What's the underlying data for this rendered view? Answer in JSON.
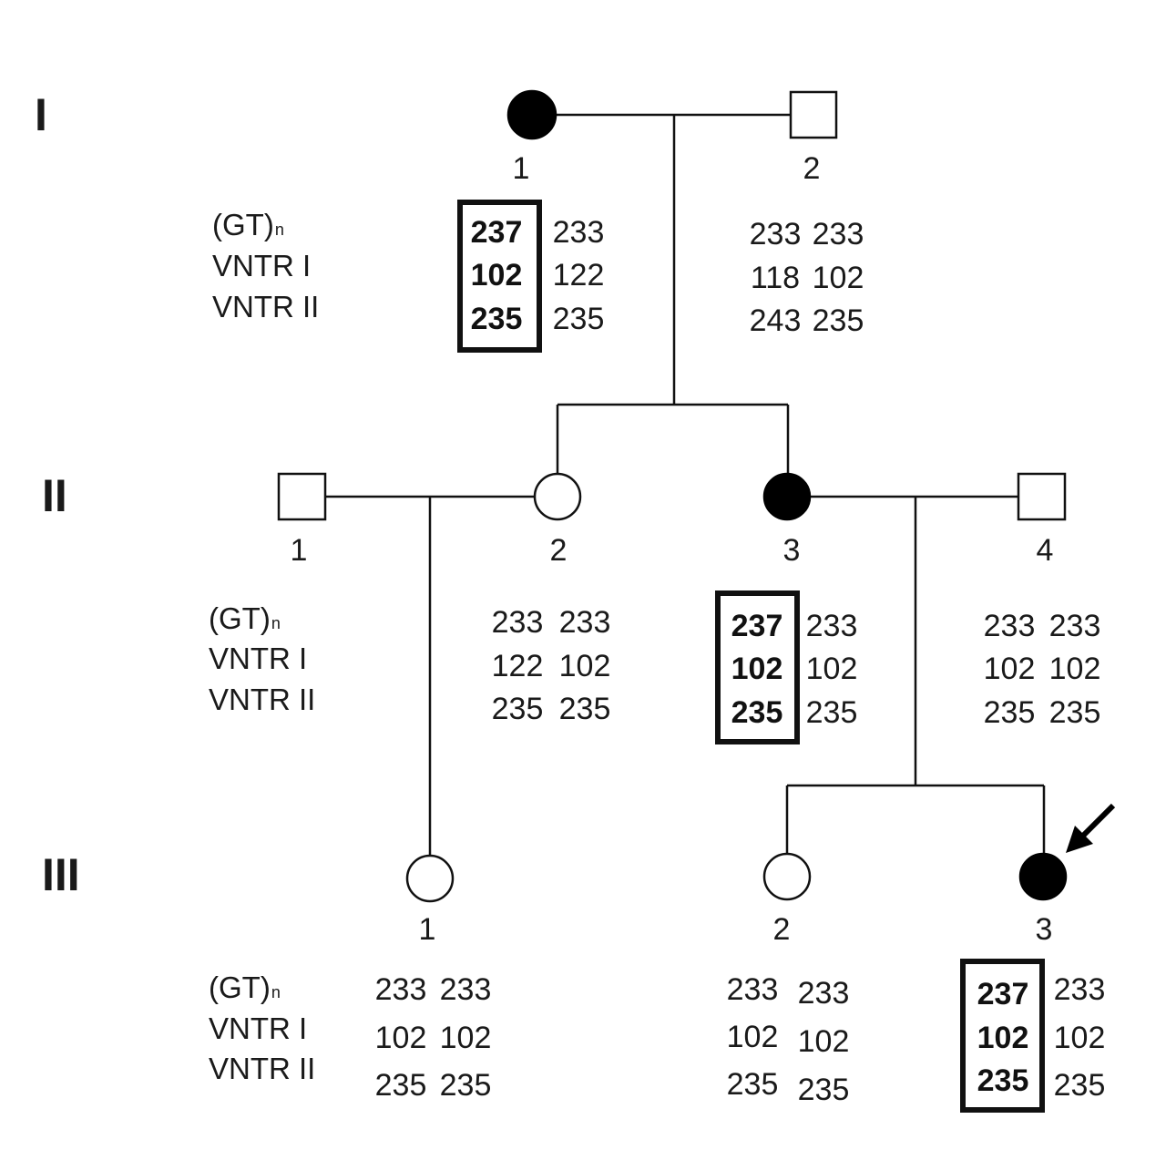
{
  "title": "Pedigree with (GT)n, VNTR I and VNTR II haplotypes",
  "generations": {
    "I": "I",
    "II": "II",
    "III": "III"
  },
  "marker_labels": {
    "gt": "(GT)",
    "gt_sub": "n",
    "vntr1": "VNTR I",
    "vntr2": "VNTR II"
  },
  "colors": {
    "affected": "#000000",
    "unaffected": "#ffffff",
    "line": "#111111"
  },
  "individuals": {
    "I1": {
      "number": "1",
      "sex": "female",
      "affected": true,
      "haplotype_boxed": [
        "237",
        "102",
        "235"
      ],
      "haplotype_other": [
        "233",
        "122",
        "235"
      ]
    },
    "I2": {
      "number": "2",
      "sex": "male",
      "affected": false,
      "haplotype_a": [
        "233",
        "118",
        "243"
      ],
      "haplotype_b": [
        "233",
        "102",
        "235"
      ]
    },
    "II1": {
      "number": "1",
      "sex": "male",
      "affected": false
    },
    "II2": {
      "number": "2",
      "sex": "female",
      "affected": false,
      "haplotype_a": [
        "233",
        "122",
        "235"
      ],
      "haplotype_b": [
        "233",
        "102",
        "235"
      ]
    },
    "II3": {
      "number": "3",
      "sex": "female",
      "affected": true,
      "haplotype_boxed": [
        "237",
        "102",
        "235"
      ],
      "haplotype_other": [
        "233",
        "102",
        "235"
      ]
    },
    "II4": {
      "number": "4",
      "sex": "male",
      "affected": false,
      "haplotype_a": [
        "233",
        "102",
        "235"
      ],
      "haplotype_b": [
        "233",
        "102",
        "235"
      ]
    },
    "III1": {
      "number": "1",
      "sex": "female",
      "affected": false,
      "haplotype_a": [
        "233",
        "102",
        "235"
      ],
      "haplotype_b": [
        "233",
        "102",
        "235"
      ]
    },
    "III2": {
      "number": "2",
      "sex": "female",
      "affected": false,
      "haplotype_a": [
        "233",
        "102",
        "235"
      ],
      "haplotype_b": [
        "233",
        "102",
        "235"
      ]
    },
    "III3": {
      "number": "3",
      "sex": "female",
      "affected": true,
      "proband": true,
      "haplotype_boxed": [
        "237",
        "102",
        "235"
      ],
      "haplotype_other": [
        "233",
        "102",
        "235"
      ]
    }
  }
}
